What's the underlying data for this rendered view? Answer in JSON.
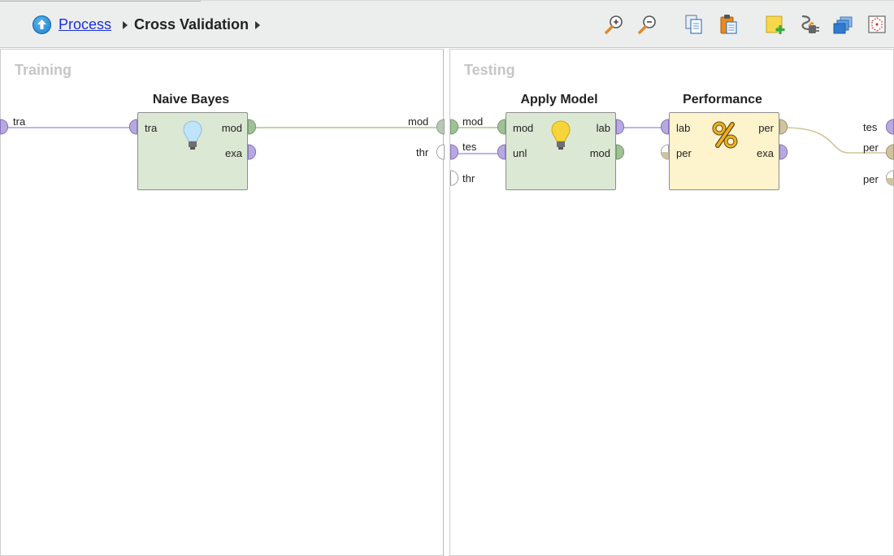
{
  "breadcrumb": {
    "parent": "Process",
    "current": "Cross Validation"
  },
  "toolbar": {
    "buttons": [
      "zoom-in-icon",
      "zoom-out-icon",
      "copy-icon",
      "paste-icon",
      "add-note-icon",
      "auto-wire-icon",
      "layers-icon",
      "fit-view-icon"
    ]
  },
  "training": {
    "title": "Training",
    "in_port": "tra",
    "out_ports": [
      "mod",
      "thr"
    ],
    "naive_bayes": {
      "title": "Naive Bayes",
      "in": "tra",
      "out": [
        "mod",
        "exa"
      ]
    }
  },
  "testing": {
    "title": "Testing",
    "in_ports": [
      "mod",
      "tes",
      "thr"
    ],
    "out_ports": [
      "tes",
      "per",
      "per"
    ],
    "apply_model": {
      "title": "Apply Model",
      "in": [
        "mod",
        "unl"
      ],
      "out": [
        "lab",
        "mod"
      ]
    },
    "performance": {
      "title": "Performance",
      "in": [
        "lab",
        "per"
      ],
      "out": [
        "per",
        "exa"
      ]
    }
  },
  "colors": {
    "port_purple": "#b7a8e0",
    "port_green": "#9fc295",
    "port_tan": "#cfc3a0",
    "wire_purple": "#a99ce0",
    "wire_green": "#9fcb8e",
    "wire_tan": "#d2c49a"
  }
}
